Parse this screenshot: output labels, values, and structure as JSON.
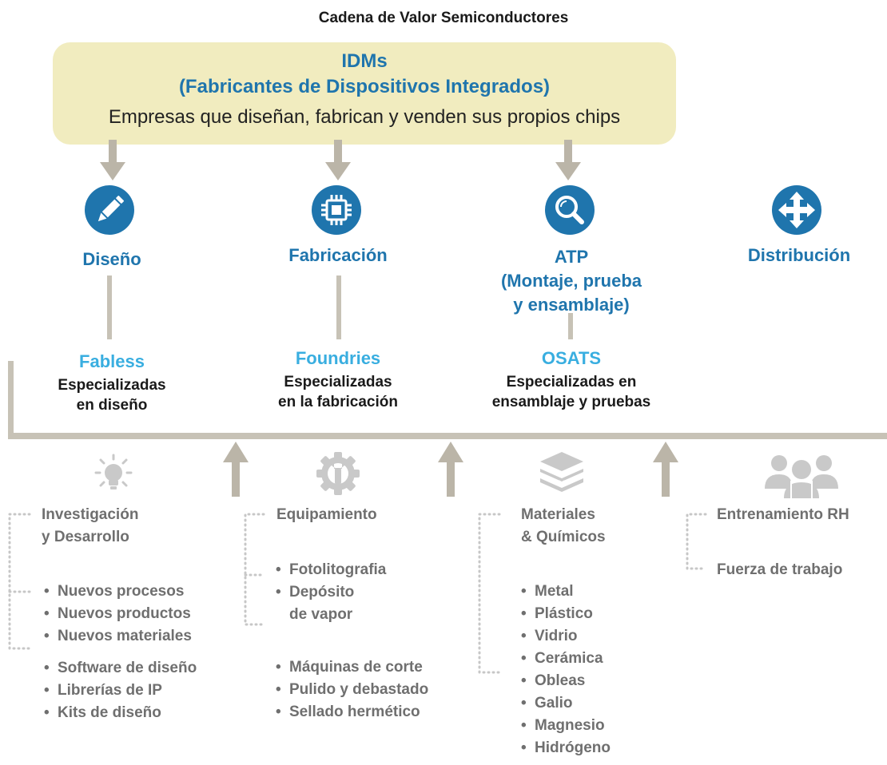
{
  "title": "Cadena de Valor Semiconductores",
  "idm": {
    "title": "IDMs",
    "subtitle": "(Fabricantes de Dispositivos Integrados)",
    "description": "Empresas que diseñan, fabrican y venden sus propios chips"
  },
  "stages": [
    {
      "label": "Diseño",
      "icon": "pencil-icon"
    },
    {
      "label": "Fabricación",
      "icon": "chip-icon"
    },
    {
      "label_lines": [
        "ATP",
        "(Montaje, prueba",
        "y ensamblaje)"
      ],
      "icon": "magnifier-icon"
    },
    {
      "label": "Distribución",
      "icon": "arrows-move-icon"
    }
  ],
  "segments": [
    {
      "title": "Fabless",
      "desc_lines": [
        "Especializadas",
        "en diseño"
      ]
    },
    {
      "title": "Foundries",
      "desc_lines": [
        "Especializadas",
        "en la fabricación"
      ]
    },
    {
      "title": "OSATS",
      "desc_lines": [
        "Especializadas en",
        "ensamblaje y pruebas"
      ]
    }
  ],
  "support": [
    {
      "icon": "lightbulb-icon",
      "title_lines": [
        "Investigación",
        "y Desarrollo"
      ],
      "items_a": [
        "Nuevos procesos",
        "Nuevos productos",
        "Nuevos materiales"
      ],
      "items_b": [
        "Software de diseño",
        "Librerías de IP",
        "Kits de diseño"
      ]
    },
    {
      "icon": "gear-wrench-icon",
      "title": "Equipamiento",
      "items_a": [
        "Fotolitografia",
        "Depósito",
        "de vapor"
      ],
      "items_b": [
        "Máquinas de corte",
        "Pulido y debastado",
        "Sellado hermético"
      ]
    },
    {
      "icon": "layers-icon",
      "title_lines": [
        "Materiales",
        "& Químicos"
      ],
      "items": [
        "Metal",
        "Plástico",
        "Vidrio",
        "Cerámica",
        "Obleas",
        "Galio",
        "Magnesio",
        "Hidrógeno"
      ]
    },
    {
      "icon": "people-icon",
      "items": [
        "Entrenamiento RH",
        "Fuerza de trabajo"
      ]
    }
  ],
  "colors": {
    "dark_blue": "#1f75ad",
    "light_blue": "#39aee0",
    "idm_bg": "#f1ecbf",
    "connector_gray": "#c7c2b6",
    "icon_gray": "#c9c9c9",
    "text_gray": "#6f6f6f"
  }
}
